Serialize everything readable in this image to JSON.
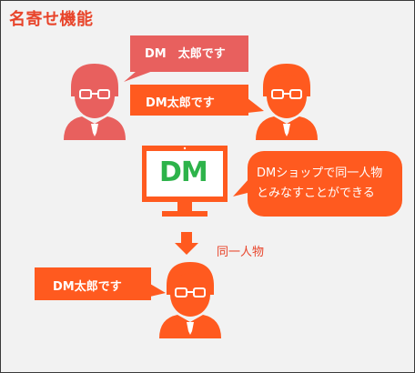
{
  "title": "名寄せ機能",
  "bubbles": {
    "top_pink": "DM　太郎です",
    "top_orange": "DM太郎です",
    "bottom": "DM太郎です"
  },
  "logo": "DM",
  "callout": {
    "line1": "DMショップで同一人物",
    "line2": "とみなすことができる"
  },
  "arrow_label": "同一人物",
  "colors": {
    "accent": "#ff5a1f",
    "pink": "#e8605e",
    "title": "#e8442a",
    "logo_green": "#2db34a"
  }
}
